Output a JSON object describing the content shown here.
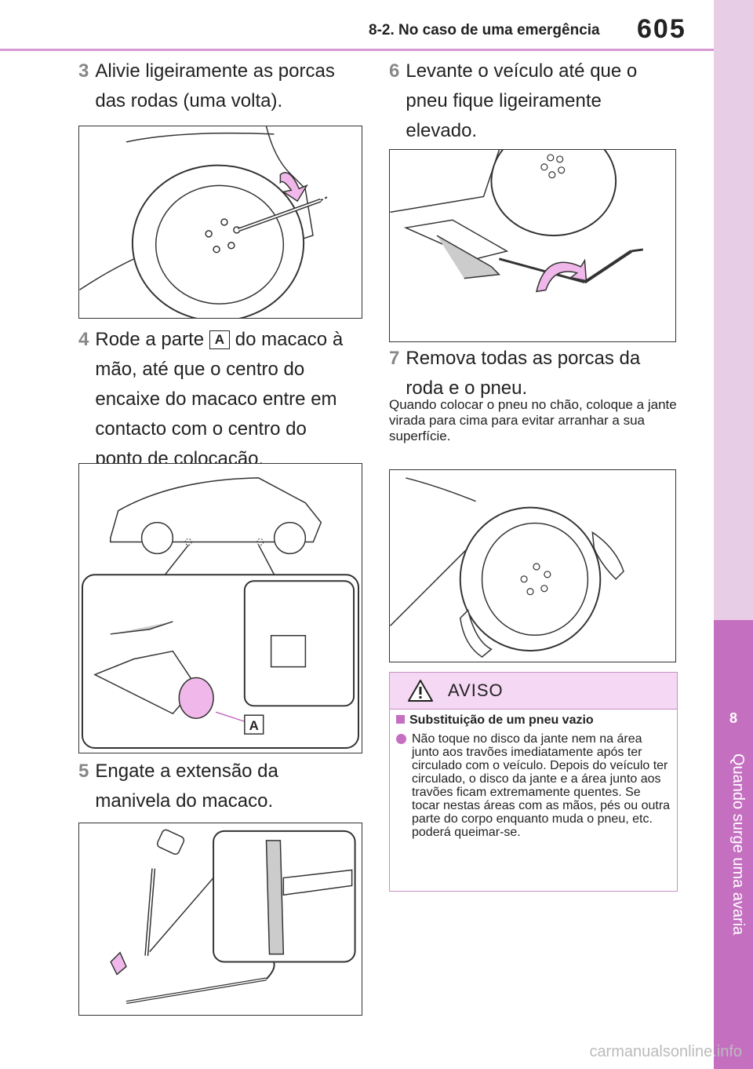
{
  "header": {
    "section_title": "8-2. No caso de uma emergência",
    "page_number": "605"
  },
  "side_tab": {
    "chapter_number": "8",
    "chapter_title": "Quando surge uma avaria"
  },
  "steps": [
    {
      "number": "3",
      "text": "Alivie ligeiramente as porcas das rodas (uma volta)."
    },
    {
      "number": "4",
      "text_before": "Rode a parte",
      "label": "A",
      "text_after": "do macaco à mão, até que o centro do encaixe do macaco entre em contacto com o centro do ponto de colocação."
    },
    {
      "number": "5",
      "text": "Engate a extensão da manivela do macaco."
    },
    {
      "number": "6",
      "text": "Levante o veículo até que o pneu fique ligeiramente elevado."
    },
    {
      "number": "7",
      "text": "Remova todas as porcas da roda e o pneu."
    }
  ],
  "note": "Quando colocar o pneu no chão, coloque a jante virada para cima para evitar arranhar a sua superfície.",
  "figure_labels": {
    "jack_part": "A"
  },
  "warning": {
    "title": "AVISO",
    "subtitle": "Substituição de um pneu vazio",
    "body": "Não toque no disco da jante nem na área junto aos travões imediatamente após ter circulado com o veículo. Depois do veículo ter circulado, o disco da jante e a área junto aos travões ficam extremamente quentes. Se tocar nestas áreas com as mãos, pés ou outra parte do corpo enquanto muda o pneu, etc. poderá queimar-se."
  },
  "watermark": "carmanualsonline.info",
  "colors": {
    "accent": "#c56fc1",
    "accent_light": "#e8cde6",
    "warning_fill": "#f5d8f3"
  }
}
